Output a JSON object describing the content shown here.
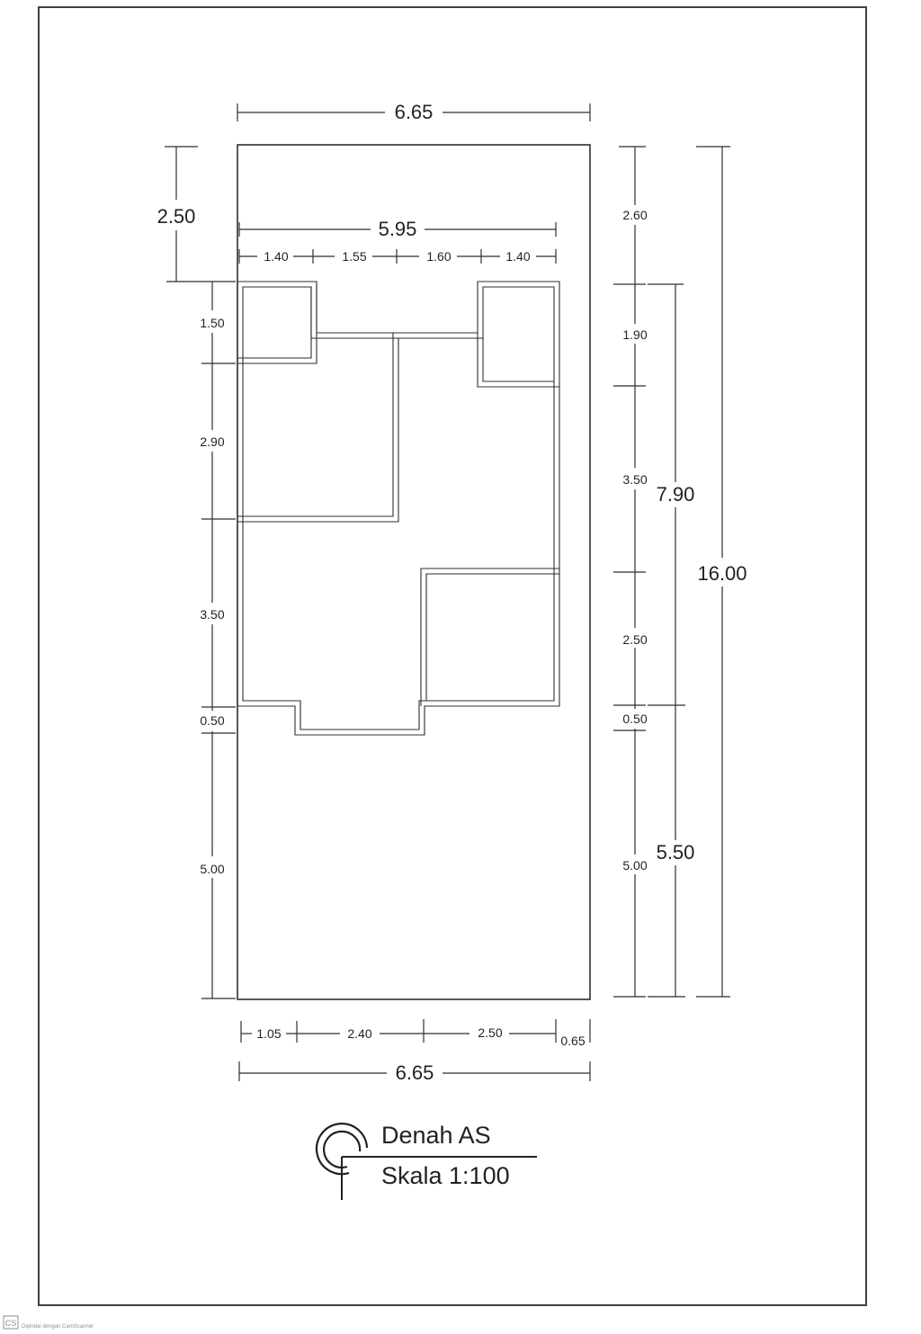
{
  "title": {
    "name": "Denah AS",
    "scale": "Skala 1:100"
  },
  "dimensions": {
    "top_width": "6.65",
    "inner_width": "5.95",
    "top_segments": [
      "1.40",
      "1.55",
      "1.60",
      "1.40"
    ],
    "left_setback": "2.50",
    "left_segments": [
      "1.50",
      "2.90",
      "3.50",
      "0.50",
      "5.00"
    ],
    "right_segments": [
      "2.60",
      "1.90",
      "3.50",
      "2.50",
      "0.50",
      "5.00"
    ],
    "right_building_depth": "7.90",
    "right_front_depth": "5.50",
    "total_depth": "16.00",
    "bottom_segments": [
      "1.05",
      "2.40",
      "2.50",
      "0.65"
    ],
    "bottom_width": "6.65"
  },
  "footer": {
    "badge": "CS",
    "text": "Dipindai dengan CamScanner"
  }
}
